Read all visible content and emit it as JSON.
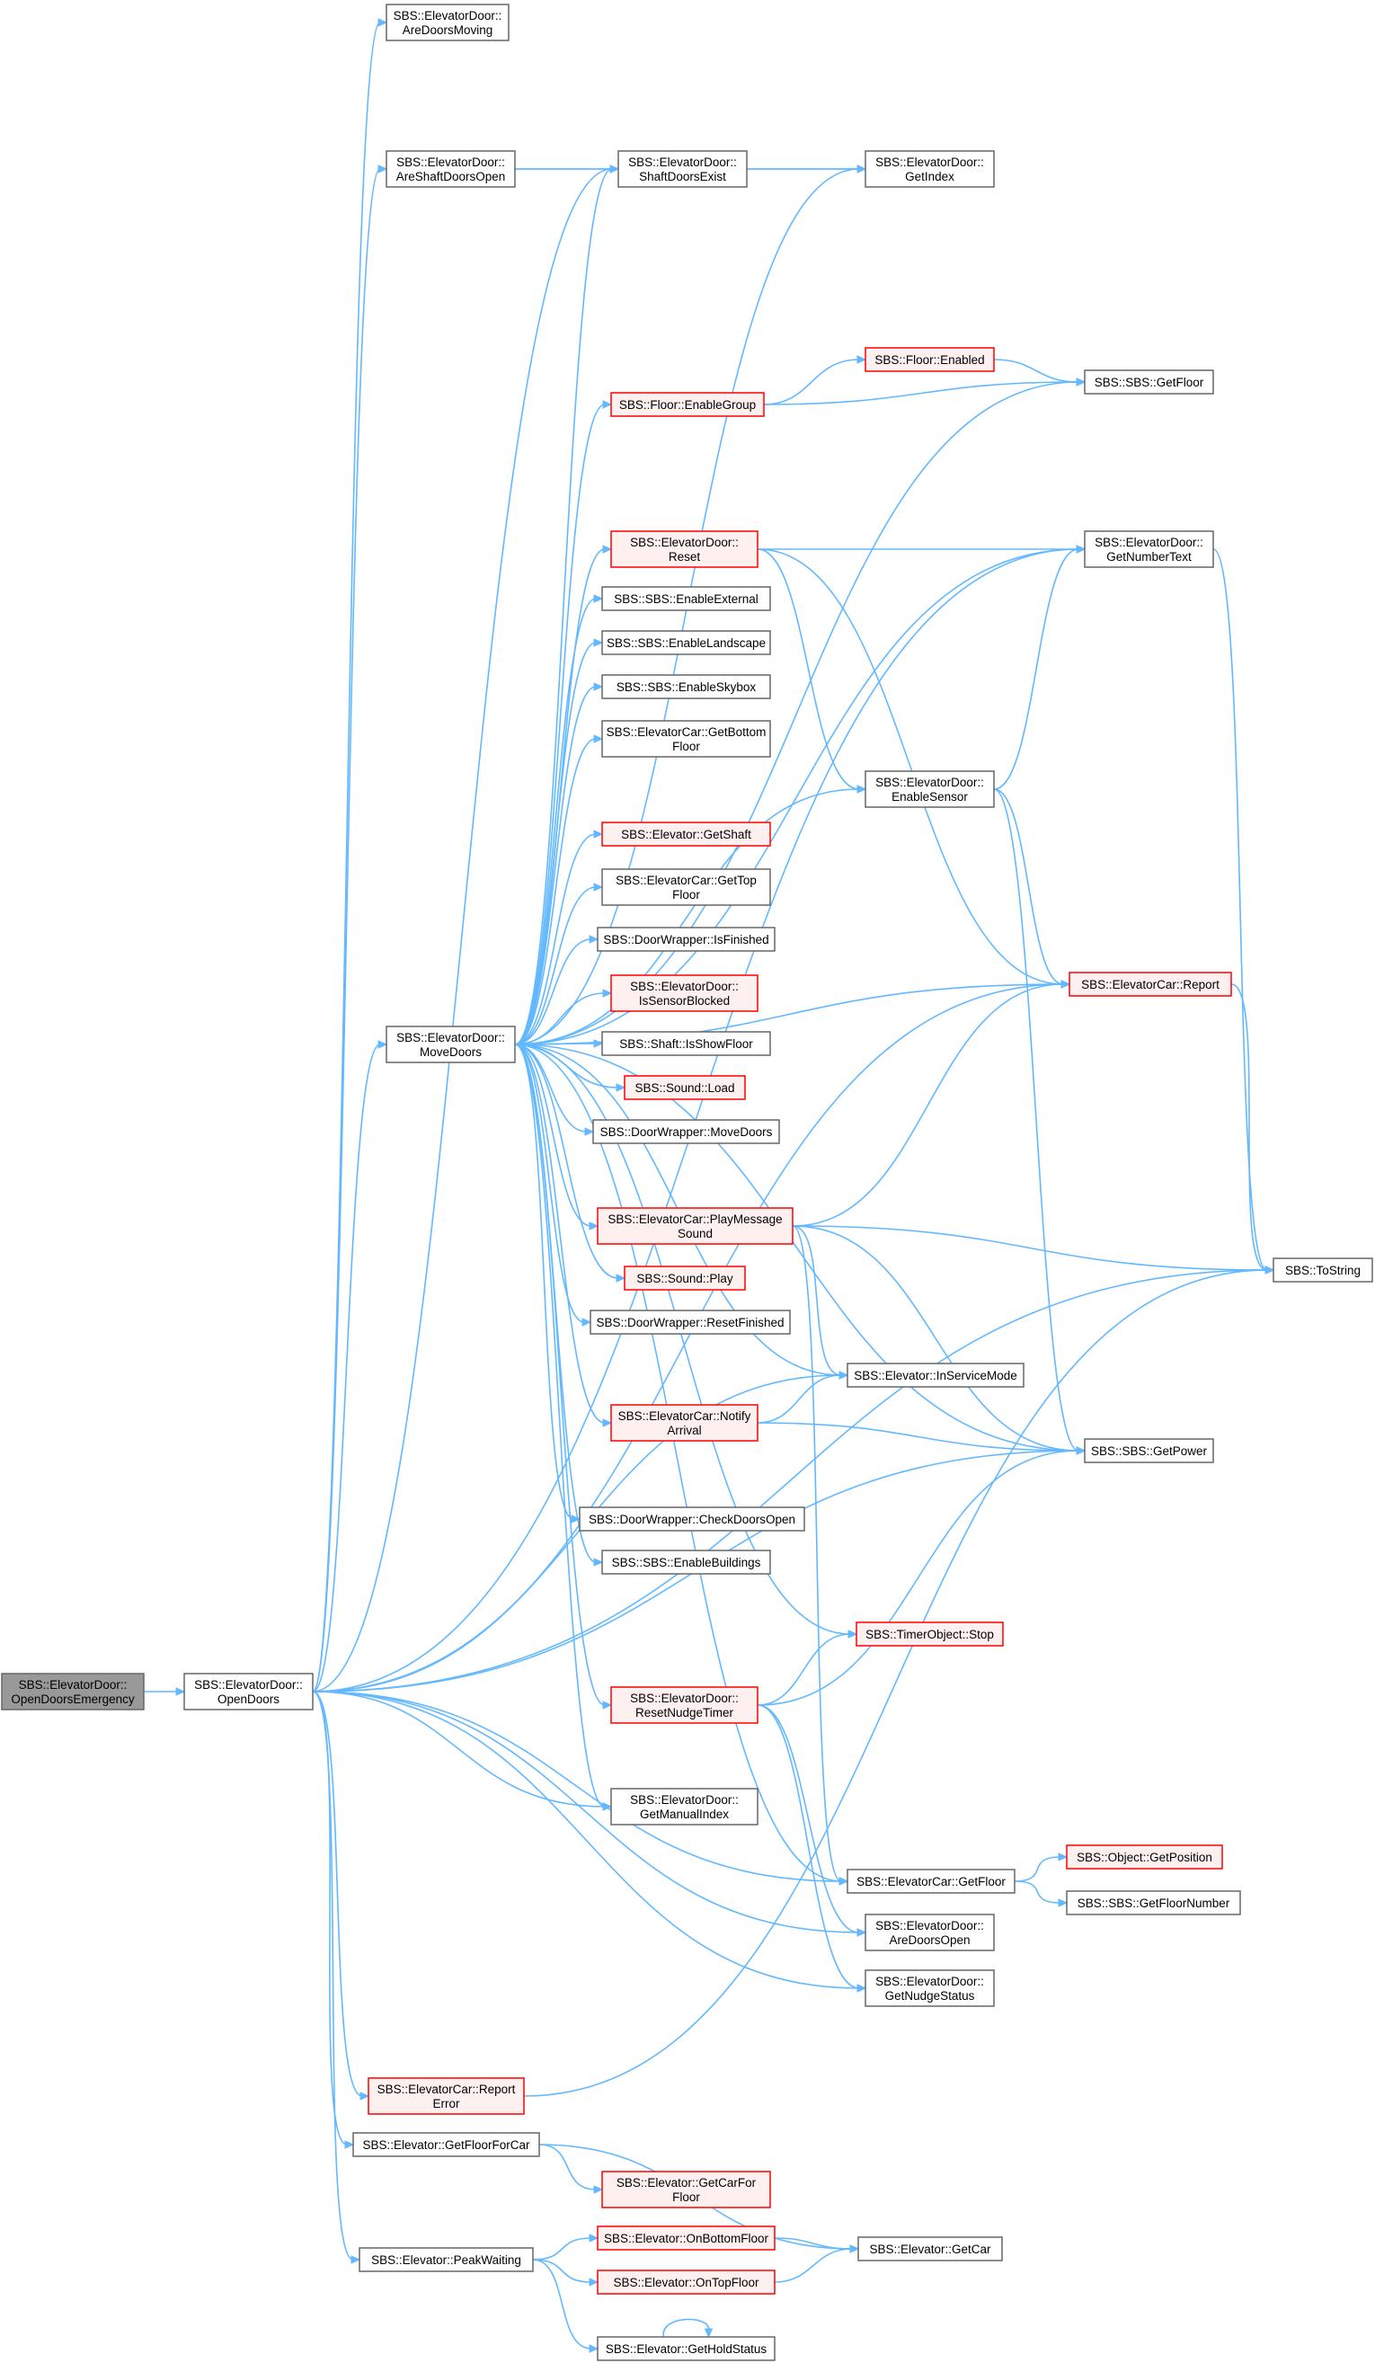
{
  "colors": {
    "edge": "#63b8ff",
    "normal_border": "#666666",
    "normal_fill": "#ffffff",
    "red_border": "#ff0000",
    "red_fill": "#fff0f0",
    "root_border": "#666666",
    "root_fill": "#999999"
  },
  "nodes": [
    {
      "id": "open_doors_emergency",
      "lines": [
        "SBS::ElevatorDoor::",
        "OpenDoorsEmergency"
      ],
      "style": "root"
    },
    {
      "id": "open_doors",
      "lines": [
        "SBS::ElevatorDoor::",
        "OpenDoors"
      ],
      "style": "normal"
    },
    {
      "id": "are_doors_moving",
      "lines": [
        "SBS::ElevatorDoor::",
        "AreDoorsMoving"
      ],
      "style": "normal"
    },
    {
      "id": "are_shaft_doors_open",
      "lines": [
        "SBS::ElevatorDoor::",
        "AreShaftDoorsOpen"
      ],
      "style": "normal"
    },
    {
      "id": "shaft_doors_exist",
      "lines": [
        "SBS::ElevatorDoor::",
        "ShaftDoorsExist"
      ],
      "style": "normal"
    },
    {
      "id": "get_index",
      "lines": [
        "SBS::ElevatorDoor::",
        "GetIndex"
      ],
      "style": "normal"
    },
    {
      "id": "floor_enabled",
      "lines": [
        "SBS::Floor::Enabled"
      ],
      "style": "red"
    },
    {
      "id": "sbs_get_floor",
      "lines": [
        "SBS::SBS::GetFloor"
      ],
      "style": "normal"
    },
    {
      "id": "floor_enable_group",
      "lines": [
        "SBS::Floor::EnableGroup"
      ],
      "style": "red"
    },
    {
      "id": "door_reset",
      "lines": [
        "SBS::ElevatorDoor::",
        "Reset"
      ],
      "style": "red"
    },
    {
      "id": "get_number_text",
      "lines": [
        "SBS::ElevatorDoor::",
        "GetNumberText"
      ],
      "style": "normal"
    },
    {
      "id": "enable_external",
      "lines": [
        "SBS::SBS::EnableExternal"
      ],
      "style": "normal"
    },
    {
      "id": "enable_landscape",
      "lines": [
        "SBS::SBS::EnableLandscape"
      ],
      "style": "normal"
    },
    {
      "id": "enable_skybox",
      "lines": [
        "SBS::SBS::EnableSkybox"
      ],
      "style": "normal"
    },
    {
      "id": "get_bottom_floor",
      "lines": [
        "SBS::ElevatorCar::GetBottom",
        "Floor"
      ],
      "style": "normal"
    },
    {
      "id": "enable_sensor",
      "lines": [
        "SBS::ElevatorDoor::",
        "EnableSensor"
      ],
      "style": "normal"
    },
    {
      "id": "get_shaft",
      "lines": [
        "SBS::Elevator::GetShaft"
      ],
      "style": "red"
    },
    {
      "id": "get_top_floor",
      "lines": [
        "SBS::ElevatorCar::GetTop",
        "Floor"
      ],
      "style": "normal"
    },
    {
      "id": "is_finished",
      "lines": [
        "SBS::DoorWrapper::IsFinished"
      ],
      "style": "normal"
    },
    {
      "id": "is_sensor_blocked",
      "lines": [
        "SBS::ElevatorDoor::",
        "IsSensorBlocked"
      ],
      "style": "red"
    },
    {
      "id": "car_report",
      "lines": [
        "SBS::ElevatorCar::Report"
      ],
      "style": "red"
    },
    {
      "id": "move_doors",
      "lines": [
        "SBS::ElevatorDoor::",
        "MoveDoors"
      ],
      "style": "normal"
    },
    {
      "id": "is_show_floor",
      "lines": [
        "SBS::Shaft::IsShowFloor"
      ],
      "style": "normal"
    },
    {
      "id": "sound_load",
      "lines": [
        "SBS::Sound::Load"
      ],
      "style": "red"
    },
    {
      "id": "wrapper_move_doors",
      "lines": [
        "SBS::DoorWrapper::MoveDoors"
      ],
      "style": "normal"
    },
    {
      "id": "play_message_sound",
      "lines": [
        "SBS::ElevatorCar::PlayMessage",
        "Sound"
      ],
      "style": "red"
    },
    {
      "id": "to_string",
      "lines": [
        "SBS::ToString"
      ],
      "style": "normal"
    },
    {
      "id": "sound_play",
      "lines": [
        "SBS::Sound::Play"
      ],
      "style": "red"
    },
    {
      "id": "reset_finished",
      "lines": [
        "SBS::DoorWrapper::ResetFinished"
      ],
      "style": "normal"
    },
    {
      "id": "in_service_mode",
      "lines": [
        "SBS::Elevator::InServiceMode"
      ],
      "style": "normal"
    },
    {
      "id": "notify_arrival",
      "lines": [
        "SBS::ElevatorCar::Notify",
        "Arrival"
      ],
      "style": "red"
    },
    {
      "id": "get_power",
      "lines": [
        "SBS::SBS::GetPower"
      ],
      "style": "normal"
    },
    {
      "id": "check_doors_open",
      "lines": [
        "SBS::DoorWrapper::CheckDoorsOpen"
      ],
      "style": "normal"
    },
    {
      "id": "enable_buildings",
      "lines": [
        "SBS::SBS::EnableBuildings"
      ],
      "style": "normal"
    },
    {
      "id": "timer_stop",
      "lines": [
        "SBS::TimerObject::Stop"
      ],
      "style": "red"
    },
    {
      "id": "reset_nudge_timer",
      "lines": [
        "SBS::ElevatorDoor::",
        "ResetNudgeTimer"
      ],
      "style": "red"
    },
    {
      "id": "get_manual_index",
      "lines": [
        "SBS::ElevatorDoor::",
        "GetManualIndex"
      ],
      "style": "normal"
    },
    {
      "id": "object_get_position",
      "lines": [
        "SBS::Object::GetPosition"
      ],
      "style": "red"
    },
    {
      "id": "car_get_floor",
      "lines": [
        "SBS::ElevatorCar::GetFloor"
      ],
      "style": "normal"
    },
    {
      "id": "get_floor_number",
      "lines": [
        "SBS::SBS::GetFloorNumber"
      ],
      "style": "normal"
    },
    {
      "id": "are_doors_open",
      "lines": [
        "SBS::ElevatorDoor::",
        "AreDoorsOpen"
      ],
      "style": "normal"
    },
    {
      "id": "get_nudge_status",
      "lines": [
        "SBS::ElevatorDoor::",
        "GetNudgeStatus"
      ],
      "style": "normal"
    },
    {
      "id": "report_error",
      "lines": [
        "SBS::ElevatorCar::Report",
        "Error"
      ],
      "style": "red"
    },
    {
      "id": "get_floor_for_car",
      "lines": [
        "SBS::Elevator::GetFloorForCar"
      ],
      "style": "normal"
    },
    {
      "id": "get_car_for_floor",
      "lines": [
        "SBS::Elevator::GetCarFor",
        "Floor"
      ],
      "style": "red"
    },
    {
      "id": "on_bottom_floor",
      "lines": [
        "SBS::Elevator::OnBottomFloor"
      ],
      "style": "red"
    },
    {
      "id": "get_car",
      "lines": [
        "SBS::Elevator::GetCar"
      ],
      "style": "normal"
    },
    {
      "id": "peak_waiting",
      "lines": [
        "SBS::Elevator::PeakWaiting"
      ],
      "style": "normal"
    },
    {
      "id": "on_top_floor",
      "lines": [
        "SBS::Elevator::OnTopFloor"
      ],
      "style": "red"
    },
    {
      "id": "get_hold_status",
      "lines": [
        "SBS::Elevator::GetHoldStatus"
      ],
      "style": "normal"
    }
  ],
  "edges": [
    [
      "open_doors_emergency",
      "open_doors"
    ],
    [
      "open_doors",
      "are_doors_moving"
    ],
    [
      "open_doors",
      "are_shaft_doors_open"
    ],
    [
      "open_doors",
      "shaft_doors_exist"
    ],
    [
      "open_doors",
      "get_number_text"
    ],
    [
      "open_doors",
      "car_report"
    ],
    [
      "open_doors",
      "move_doors"
    ],
    [
      "open_doors",
      "in_service_mode"
    ],
    [
      "open_doors",
      "get_power"
    ],
    [
      "open_doors",
      "get_manual_index"
    ],
    [
      "open_doors",
      "car_get_floor"
    ],
    [
      "open_doors",
      "are_doors_open"
    ],
    [
      "open_doors",
      "get_nudge_status"
    ],
    [
      "open_doors",
      "to_string"
    ],
    [
      "open_doors",
      "report_error"
    ],
    [
      "open_doors",
      "get_floor_for_car"
    ],
    [
      "open_doors",
      "peak_waiting"
    ],
    [
      "are_shaft_doors_open",
      "shaft_doors_exist"
    ],
    [
      "are_shaft_doors_open",
      "get_index"
    ],
    [
      "shaft_doors_exist",
      "get_index"
    ],
    [
      "floor_enabled",
      "sbs_get_floor"
    ],
    [
      "floor_enable_group",
      "floor_enabled"
    ],
    [
      "floor_enable_group",
      "sbs_get_floor"
    ],
    [
      "door_reset",
      "get_number_text"
    ],
    [
      "door_reset",
      "enable_sensor"
    ],
    [
      "door_reset",
      "car_report"
    ],
    [
      "get_number_text",
      "to_string"
    ],
    [
      "enable_sensor",
      "get_number_text"
    ],
    [
      "enable_sensor",
      "car_report"
    ],
    [
      "enable_sensor",
      "get_power"
    ],
    [
      "car_report",
      "to_string"
    ],
    [
      "move_doors",
      "shaft_doors_exist"
    ],
    [
      "move_doors",
      "get_index"
    ],
    [
      "move_doors",
      "sbs_get_floor"
    ],
    [
      "move_doors",
      "floor_enable_group"
    ],
    [
      "move_doors",
      "door_reset"
    ],
    [
      "move_doors",
      "get_number_text"
    ],
    [
      "move_doors",
      "enable_external"
    ],
    [
      "move_doors",
      "enable_landscape"
    ],
    [
      "move_doors",
      "enable_skybox"
    ],
    [
      "move_doors",
      "get_bottom_floor"
    ],
    [
      "move_doors",
      "enable_sensor"
    ],
    [
      "move_doors",
      "get_shaft"
    ],
    [
      "move_doors",
      "get_top_floor"
    ],
    [
      "move_doors",
      "is_finished"
    ],
    [
      "move_doors",
      "is_sensor_blocked"
    ],
    [
      "move_doors",
      "is_show_floor"
    ],
    [
      "move_doors",
      "sound_load"
    ],
    [
      "move_doors",
      "wrapper_move_doors"
    ],
    [
      "move_doors",
      "car_report"
    ],
    [
      "move_doors",
      "play_message_sound"
    ],
    [
      "move_doors",
      "sound_play"
    ],
    [
      "move_doors",
      "reset_finished"
    ],
    [
      "move_doors",
      "in_service_mode"
    ],
    [
      "move_doors",
      "notify_arrival"
    ],
    [
      "move_doors",
      "get_power"
    ],
    [
      "move_doors",
      "check_doors_open"
    ],
    [
      "move_doors",
      "enable_buildings"
    ],
    [
      "move_doors",
      "timer_stop"
    ],
    [
      "move_doors",
      "reset_nudge_timer"
    ],
    [
      "move_doors",
      "get_manual_index"
    ],
    [
      "move_doors",
      "car_get_floor"
    ],
    [
      "play_message_sound",
      "car_report"
    ],
    [
      "play_message_sound",
      "to_string"
    ],
    [
      "play_message_sound",
      "in_service_mode"
    ],
    [
      "play_message_sound",
      "get_power"
    ],
    [
      "play_message_sound",
      "car_get_floor"
    ],
    [
      "notify_arrival",
      "in_service_mode"
    ],
    [
      "notify_arrival",
      "get_power"
    ],
    [
      "reset_nudge_timer",
      "timer_stop"
    ],
    [
      "reset_nudge_timer",
      "get_power"
    ],
    [
      "reset_nudge_timer",
      "are_doors_open"
    ],
    [
      "reset_nudge_timer",
      "get_nudge_status"
    ],
    [
      "car_get_floor",
      "object_get_position"
    ],
    [
      "car_get_floor",
      "get_floor_number"
    ],
    [
      "report_error",
      "to_string"
    ],
    [
      "get_floor_for_car",
      "get_car_for_floor"
    ],
    [
      "get_floor_for_car",
      "get_car"
    ],
    [
      "peak_waiting",
      "on_bottom_floor"
    ],
    [
      "peak_waiting",
      "on_top_floor"
    ],
    [
      "peak_waiting",
      "get_hold_status"
    ],
    [
      "on_bottom_floor",
      "get_car"
    ],
    [
      "on_top_floor",
      "get_car"
    ],
    [
      "get_hold_status",
      "get_hold_status"
    ]
  ]
}
